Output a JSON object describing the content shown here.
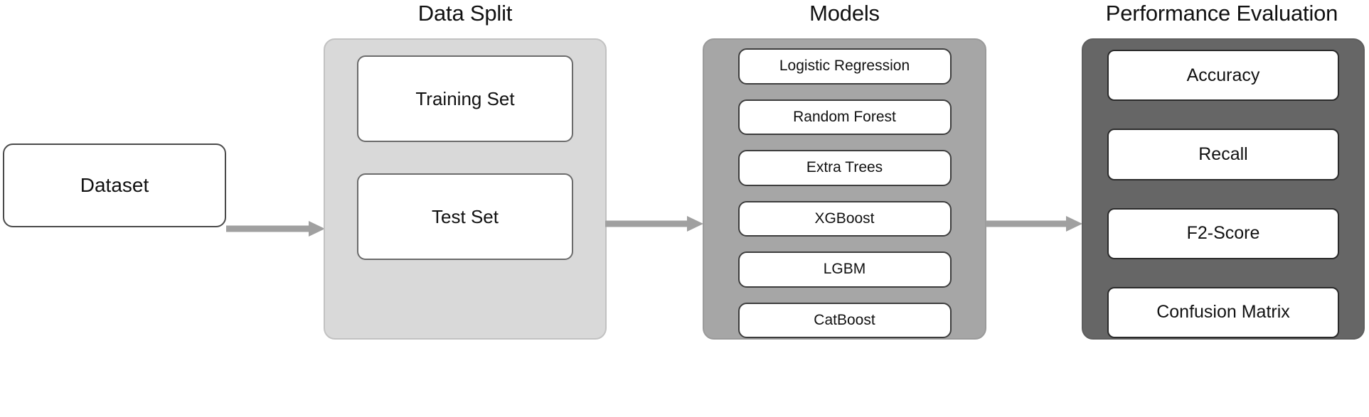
{
  "diagram": {
    "title_stage_1": "Data Split",
    "title_stage_2": "Models",
    "title_stage_3": "Performance Evaluation",
    "start_node": {
      "label": "Dataset"
    },
    "data_split": {
      "title": "Data Split",
      "background_color": "#d9d9d9",
      "items": [
        {
          "label": "Training Set"
        },
        {
          "label": "Test Set"
        }
      ]
    },
    "models": {
      "title": "Models",
      "background_color": "#a6a6a6",
      "items": [
        {
          "label": "Logistic Regression"
        },
        {
          "label": "Random Forest"
        },
        {
          "label": "Extra Trees"
        },
        {
          "label": "XGBoost"
        },
        {
          "label": "LGBM"
        },
        {
          "label": "CatBoost"
        }
      ]
    },
    "performance_evaluation": {
      "title": "Performance Evaluation",
      "background_color": "#666666",
      "items": [
        {
          "label": "Accuracy"
        },
        {
          "label": "Recall"
        },
        {
          "label": "F2-Score"
        },
        {
          "label": "Confusion Matrix"
        }
      ]
    },
    "arrows": [
      {
        "name": "dataset-to-data-split",
        "color": "#a0a0a0"
      },
      {
        "name": "data-split-to-models",
        "color": "#a0a0a0"
      },
      {
        "name": "models-to-performance-evaluation",
        "color": "#a0a0a0"
      }
    ]
  }
}
